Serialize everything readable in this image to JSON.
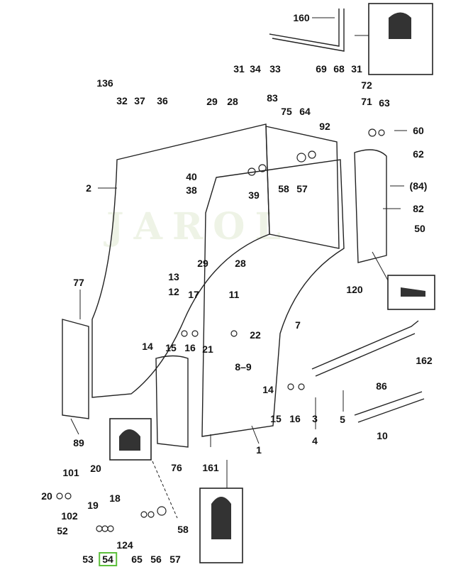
{
  "diagram": {
    "watermark": "JAROL",
    "labels": [
      "160",
      "136",
      "32",
      "37",
      "36",
      "31",
      "34",
      "33",
      "29",
      "28",
      "83",
      "75",
      "64",
      "69",
      "68",
      "31",
      "72",
      "71",
      "63",
      "92",
      "60",
      "62",
      "2",
      "40",
      "38",
      "39",
      "58",
      "57",
      "(84)",
      "82",
      "50",
      "29",
      "28",
      "120",
      "77",
      "13",
      "12",
      "17",
      "11",
      "22",
      "14",
      "15",
      "16",
      "21",
      "7",
      "8–9",
      "162",
      "14",
      "15",
      "16",
      "3",
      "4",
      "5",
      "86",
      "10",
      "89",
      "76",
      "161",
      "1",
      "101",
      "20",
      "20",
      "18",
      "19",
      "102",
      "52",
      "124",
      "58",
      "53",
      "54",
      "65",
      "56",
      "57"
    ],
    "highlight_color": "#5cbf3a"
  }
}
